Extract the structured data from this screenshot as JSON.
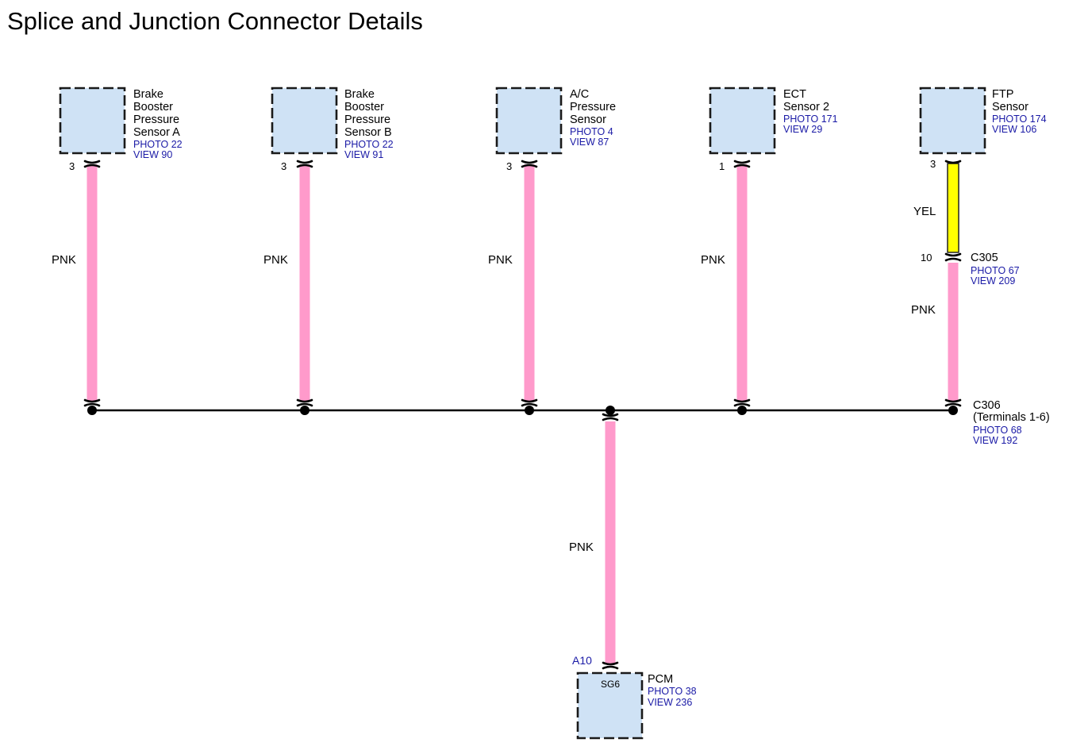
{
  "title": "Splice and Junction Connector Details",
  "colors": {
    "pnk": "#ff9acb",
    "yel": "#ffff00",
    "box_fill": "#cfe2f5",
    "link": "#1a1aa6"
  },
  "components": [
    {
      "id": "bbps-a",
      "name_lines": [
        "Brake",
        "Booster",
        "Pressure",
        "Sensor A"
      ],
      "photo": "PHOTO 22",
      "view": "VIEW 90",
      "pin": "3",
      "wire": "PNK"
    },
    {
      "id": "bbps-b",
      "name_lines": [
        "Brake",
        "Booster",
        "Pressure",
        "Sensor B"
      ],
      "photo": "PHOTO 22",
      "view": "VIEW 91",
      "pin": "3",
      "wire": "PNK"
    },
    {
      "id": "ac-pressure",
      "name_lines": [
        "A/C",
        "Pressure",
        "Sensor"
      ],
      "photo": "PHOTO 4",
      "view": "VIEW 87",
      "pin": "3",
      "wire": "PNK"
    },
    {
      "id": "ect-2",
      "name_lines": [
        "ECT",
        "Sensor 2"
      ],
      "photo": "PHOTO 171",
      "view": "VIEW 29",
      "pin": "1",
      "wire": "PNK"
    },
    {
      "id": "ftp",
      "name_lines": [
        "FTP",
        "Sensor"
      ],
      "photo": "PHOTO 174",
      "view": "VIEW 106",
      "pin": "3",
      "wire": "YEL"
    }
  ],
  "c305": {
    "name": "C305",
    "photo": "PHOTO 67",
    "view": "VIEW 209",
    "pin": "10",
    "wire_below": "PNK"
  },
  "c306": {
    "name": "C306",
    "terminals": "(Terminals 1-6)",
    "photo": "PHOTO 68",
    "view": "VIEW 192"
  },
  "pcm": {
    "name": "PCM",
    "photo": "PHOTO 38",
    "view": "VIEW 236",
    "pin": "A10",
    "terminal": "SG6",
    "wire": "PNK"
  }
}
